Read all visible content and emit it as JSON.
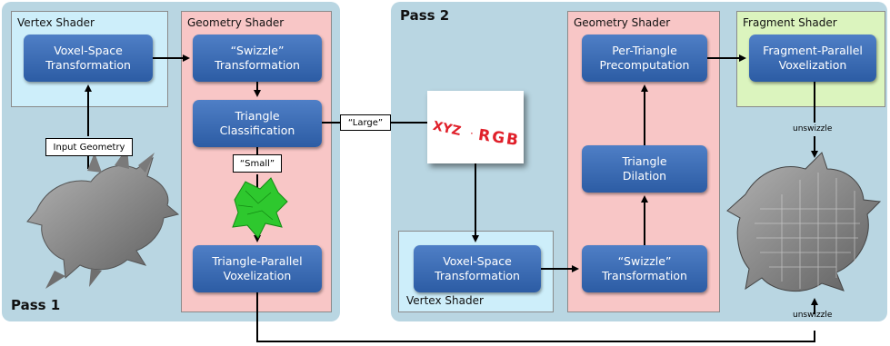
{
  "passes": {
    "pass1": "Pass 1",
    "pass2": "Pass 2"
  },
  "stages": {
    "vertex_shader_1": "Vertex Shader",
    "geometry_shader_1": "Geometry Shader",
    "vertex_shader_2": "Vertex Shader",
    "geometry_shader_2": "Geometry Shader",
    "fragment_shader": "Fragment Shader"
  },
  "nodes": {
    "voxel_space_1": [
      "Voxel-Space",
      "Transformation"
    ],
    "swizzle_1": [
      "“Swizzle”",
      "Transformation"
    ],
    "triangle_classification": [
      "Triangle",
      "Classification"
    ],
    "triangle_parallel": [
      "Triangle-Parallel",
      "Voxelization"
    ],
    "voxel_space_2": [
      "Voxel-Space",
      "Transformation"
    ],
    "swizzle_2": [
      "“Swizzle”",
      "Transformation"
    ],
    "triangle_dilation": [
      "Triangle",
      "Dilation"
    ],
    "per_triangle": [
      "Per-Triangle",
      "Precomputation"
    ],
    "fragment_parallel": [
      "Fragment-Parallel",
      "Voxelization"
    ]
  },
  "labels": {
    "input_geometry": "Input Geometry",
    "large": "“Large”",
    "small": "“Small”",
    "unswizzle_top": "unswizzle",
    "unswizzle_bottom": "unswizzle"
  },
  "card": {
    "xyz": "XYZ",
    "rgb": "RGB",
    "sep": "⋅"
  },
  "colors": {
    "pass_bg": "#b9d6e2",
    "vertex_shader_bg": "#cdeefa",
    "geometry_shader_bg": "#f8c6c6",
    "fragment_shader_bg": "#dbf4be",
    "node_blue": "#3a6db8",
    "card_red": "#e0202a",
    "small_mesh": "#2ec82e",
    "model_gray": "#8c8c8c"
  }
}
